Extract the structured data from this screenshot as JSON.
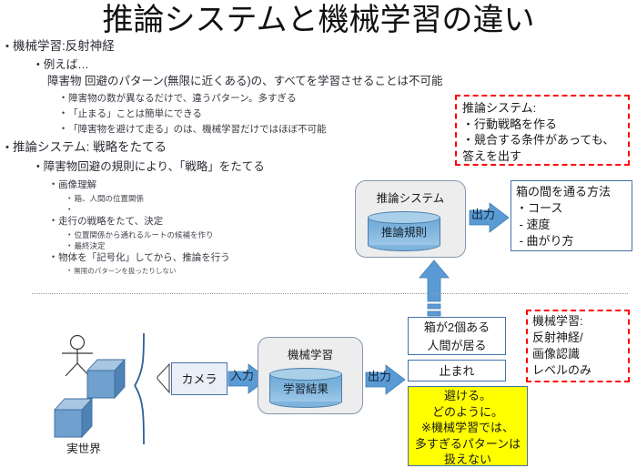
{
  "title": "推論システムと機械学習の違い",
  "outline": {
    "ml_heading": "機械学習:反射神経",
    "ml_example": "例えば…",
    "ml_example_detail": "障害物 回避のパターン(無限に近くある)の、すべてを学習させることは不可能",
    "ml_sub": [
      "障害物の数が異なるだけで、違うパターン。多すぎる",
      "「止まる」ことは簡単にできる",
      "「障害物を避けて走る」のは、機械学習だけではほぼ不可能"
    ],
    "inf_heading": "推論システム: 戦略をたてる",
    "inf_sub1": "障害物回避の規則により、「戦略」をたてる",
    "inf_items": [
      {
        "label": "画像理解",
        "children": [
          "箱、人間の位置関係",
          ""
        ]
      },
      {
        "label": "走行の戦略をたて、決定",
        "children": [
          "位置関係から通れるルートの候補を作り",
          "最終決定"
        ]
      },
      {
        "label": "物体を「記号化」してから、推論を行う",
        "children": [
          "無限のパターンを扱ったりしない"
        ]
      }
    ]
  },
  "callouts": {
    "inference": {
      "lines": [
        "推論システム:",
        "・行動戦略を作る",
        "・競合する条件があっても、",
        "答えを出す"
      ]
    },
    "machine_learning": {
      "lines": [
        "機械学習:",
        "反射神経/",
        "画像認識",
        "レベルのみ"
      ]
    }
  },
  "top_flow": {
    "system_box_label": "推論システム",
    "system_db_label": "推論規則",
    "output_arrow_label": "出力",
    "result_lines": [
      "箱の間を通る方法",
      "・コース",
      " - 速度",
      " - 曲がり方"
    ]
  },
  "bottom_flow": {
    "real_world_label": "実世界",
    "camera_label": "カメラ",
    "input_arrow_label": "入力",
    "system_box_label": "機械学習",
    "system_db_label": "学習結果",
    "output_arrow_label": "出力",
    "perception_lines": [
      "箱が2個ある",
      "人間が居る"
    ],
    "action_label": "止まれ",
    "warning_lines": [
      "避ける。",
      "どのように。",
      "※機械学習では、",
      "多すぎるパターンは",
      "扱えない"
    ]
  },
  "colors": {
    "accent_blue": "#5b9bd5",
    "callout_red": "#ff0000",
    "highlight_yellow": "#ffff00",
    "box_gray": "#ededed"
  }
}
